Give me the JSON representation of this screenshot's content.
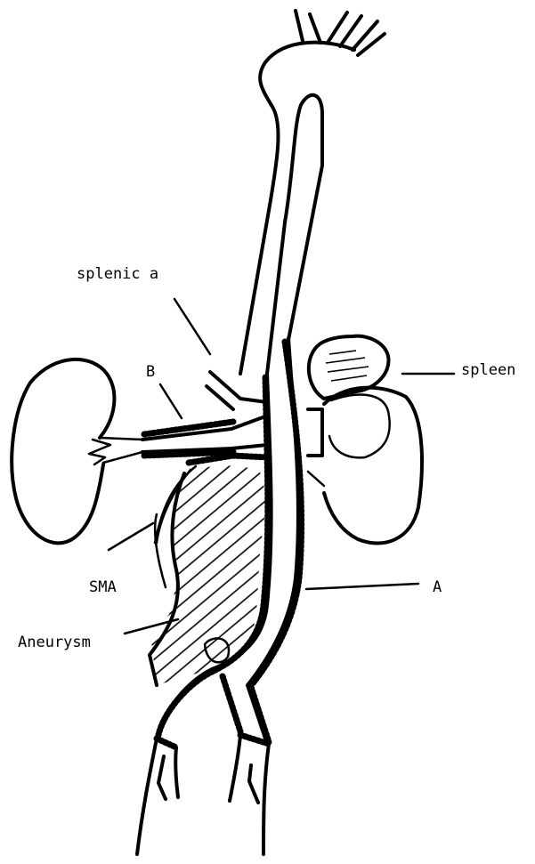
{
  "labels": {
    "splenic": "splenic a",
    "b": "B",
    "spleen": "spleen",
    "sma": "SMA",
    "a": "A",
    "aneurysm": "Aneurysm"
  }
}
